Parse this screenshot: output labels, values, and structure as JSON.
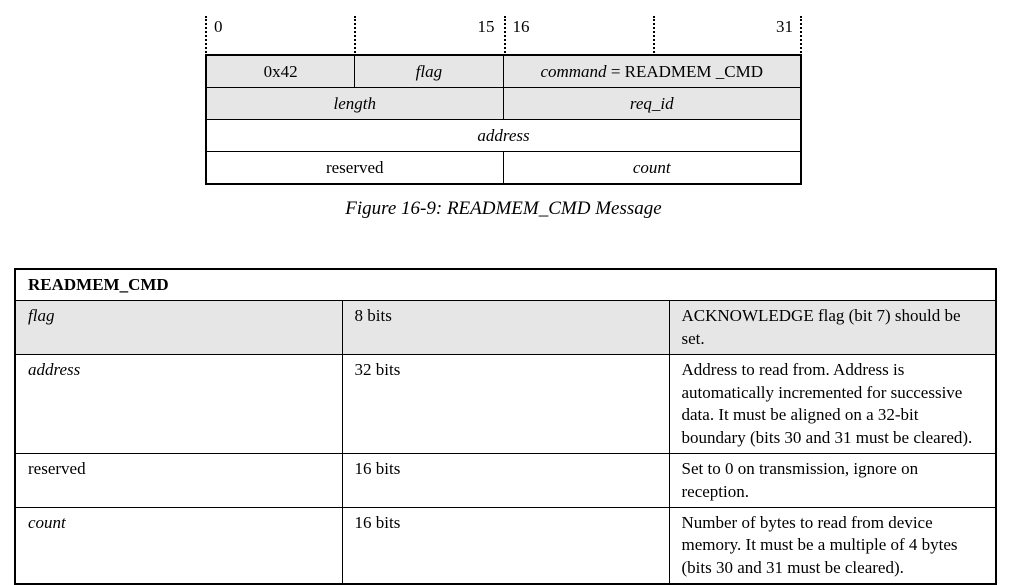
{
  "colors": {
    "row_shade": "#e6e6e6",
    "border": "#000000",
    "background": "#ffffff"
  },
  "figure": {
    "bit_labels": [
      "0",
      "15",
      "16",
      "31"
    ],
    "row1": {
      "c1": "0x42",
      "c2": "flag",
      "c3_em": "command",
      "c3_rest": " = READMEM _CMD"
    },
    "row2": {
      "c1": "length",
      "c2": "req_id"
    },
    "row3": {
      "c1": "address"
    },
    "row4": {
      "c1": "reserved",
      "c2": "count"
    },
    "caption": "Figure 16-9: READMEM_CMD Message"
  },
  "table": {
    "title": "READMEM_CMD",
    "rows": [
      {
        "field": "flag",
        "size": "8 bits",
        "desc": "ACKNOWLEDGE flag (bit 7) should be set."
      },
      {
        "field": "address",
        "size": "32 bits",
        "desc": "Address to read from. Address is automatically incremented for successive data. It must be aligned on a 32-bit boundary (bits 30 and 31 must be cleared)."
      },
      {
        "field": "reserved",
        "size": "16 bits",
        "desc": "Set to 0 on transmission, ignore on reception."
      },
      {
        "field": "count",
        "size": "16 bits",
        "desc": "Number of bytes to read from device memory. It must be a multiple of 4 bytes (bits 30 and 31 must be cleared)."
      }
    ]
  }
}
